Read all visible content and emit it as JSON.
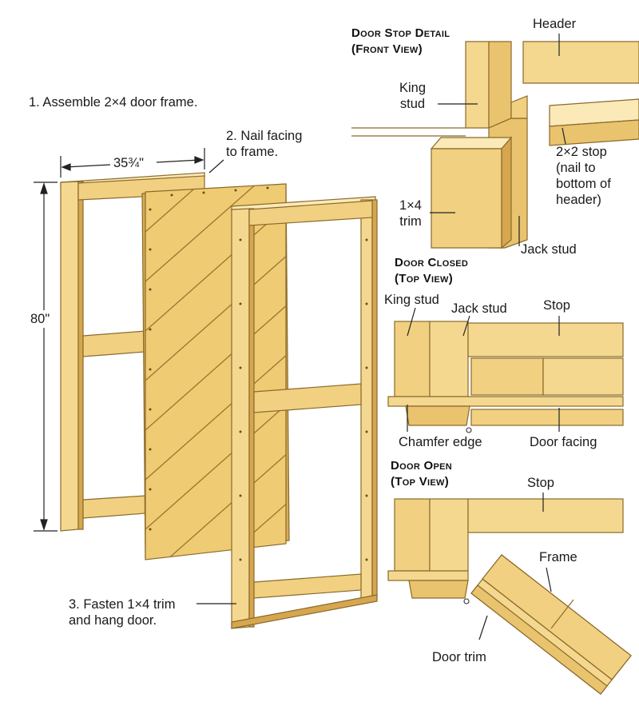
{
  "colors": {
    "wood_light": "#f4d890",
    "wood_mid": "#e9c36e",
    "wood_dark": "#d6a650",
    "outline": "#8a6a2a",
    "background": "#ffffff"
  },
  "steps": {
    "step1": "1. Assemble 2×4 door frame.",
    "step2": "2. Nail facing\nto frame.",
    "step3": "3. Fasten 1×4 trim\nand hang door."
  },
  "dimensions": {
    "width": "35¾\"",
    "height": "80\""
  },
  "detail_front": {
    "title": "Door Stop Detail\n(Front View)",
    "header": "Header",
    "king_stud": "King\nstud",
    "stop_2x2": "2×2 stop\n(nail to\nbottom of\nheader)",
    "trim_1x4": "1×4\ntrim",
    "jack_stud": "Jack stud"
  },
  "detail_closed": {
    "title": "Door Closed\n(Top View)",
    "king_stud": "King stud",
    "jack_stud": "Jack stud",
    "stop": "Stop",
    "chamfer_edge": "Chamfer edge",
    "door_facing": "Door facing"
  },
  "detail_open": {
    "title": "Door Open\n(Top View)",
    "stop": "Stop",
    "frame": "Frame",
    "door_trim": "Door trim"
  }
}
